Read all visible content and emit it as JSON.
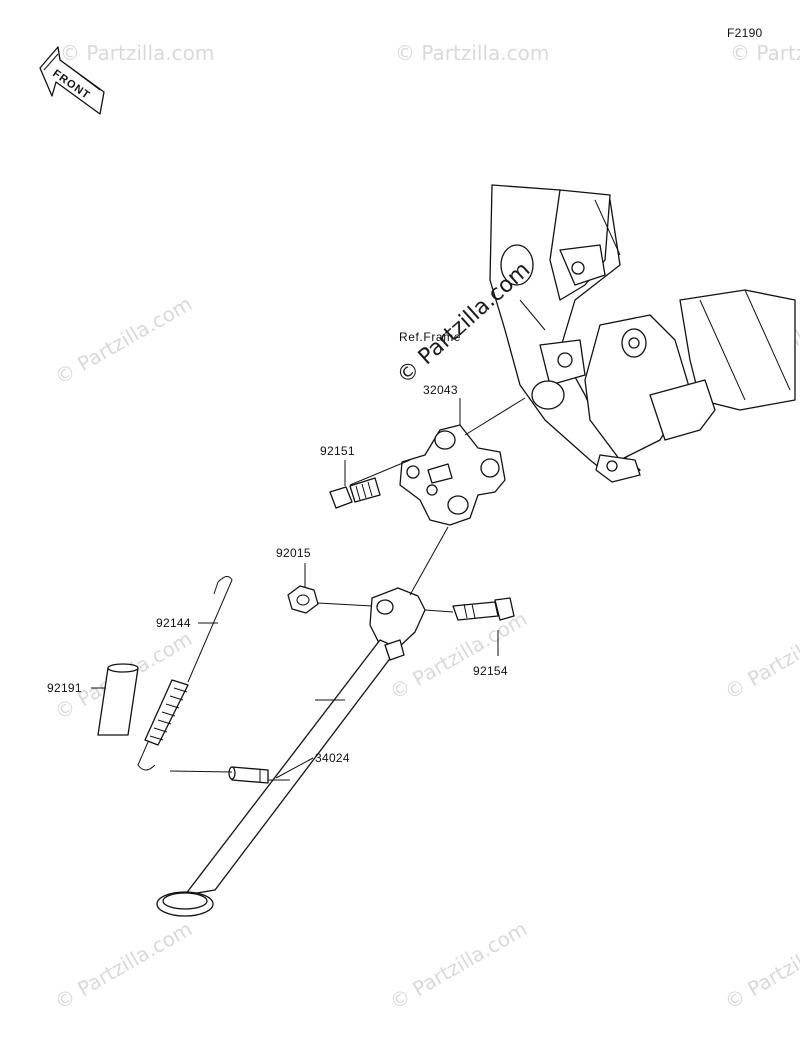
{
  "diagram_code": "F2190",
  "front_label": "FRONT",
  "ref_label": "Ref.Frame",
  "watermark_center": "© Partzilla.com",
  "watermark_tile": "© Partzilla.com",
  "parts": [
    {
      "number": "32043"
    },
    {
      "number": "92151"
    },
    {
      "number": "92015"
    },
    {
      "number": "92154"
    },
    {
      "number": "92144"
    },
    {
      "number": "92191"
    },
    {
      "number": "34024"
    }
  ]
}
